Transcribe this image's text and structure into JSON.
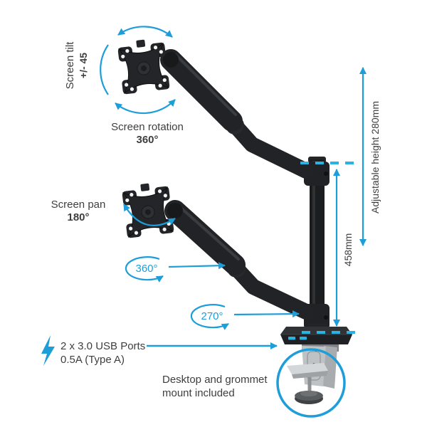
{
  "diagram": {
    "annotations": {
      "screen_tilt_label": "Screen tilt",
      "screen_tilt_value": "+/- 45",
      "screen_rotation_label": "Screen rotation",
      "screen_rotation_value": "360°",
      "screen_pan_label": "Screen pan",
      "screen_pan_value": "180°",
      "arm_swivel_value": "360°",
      "pole_swivel_value": "270°",
      "pole_height_value": "458mm",
      "adjustable_height_label": "Adjustable height 280mm",
      "usb_ports_line1": "2 x 3.0 USB Ports",
      "usb_ports_line2": "0.5A (Type A)",
      "mount_line1": "Desktop and grommet",
      "mount_line2": "mount included"
    },
    "icons": {
      "usb_power": "lightning-bolt-icon",
      "rotation": "curved-arrow-icon",
      "measure": "double-headed-arrow-icon"
    },
    "colors": {
      "accent_blue": "#1d9ed9",
      "dash_blue": "#2ab2e3",
      "text_dark": "#3e3e3e",
      "product_black": "#212326",
      "clamp_silver": "#bfc2c5",
      "background": "#ffffff"
    }
  }
}
